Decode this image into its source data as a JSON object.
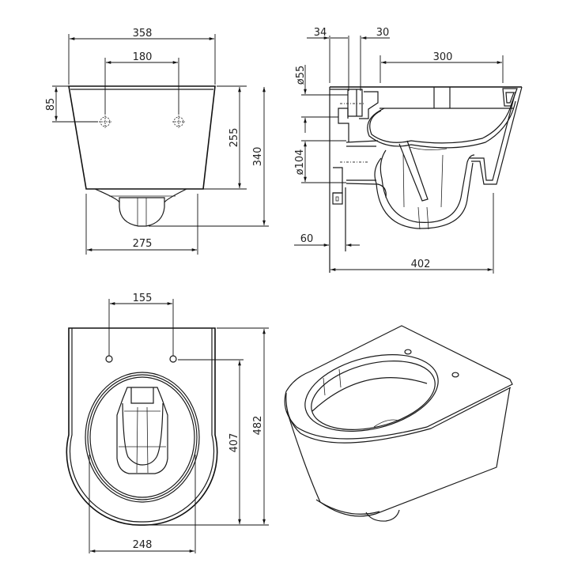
{
  "drawing": {
    "subject": "wall-hung toilet technical dimension drawing",
    "line_color": "#1a1a1a",
    "background": "#ffffff"
  },
  "views": {
    "front": {
      "dims": {
        "overall_width": "358",
        "fixing_hole_spacing": "180",
        "hole_height_from_top": "85",
        "body_height": "255",
        "overall_height": "340",
        "bottom_width": "275"
      }
    },
    "side_section": {
      "dims": {
        "inlet_offset_a": "34",
        "inlet_offset_b": "30",
        "inlet_diameter": "ø55",
        "bowl_opening": "300",
        "outlet_diameter": "ø104",
        "outlet_projection": "60",
        "overall_depth": "402"
      }
    },
    "top": {
      "dims": {
        "fixing_hole_spacing": "155",
        "hole_to_front": "407",
        "overall_length": "482",
        "bowl_width": "248"
      }
    },
    "isometric": {
      "label": ""
    }
  }
}
